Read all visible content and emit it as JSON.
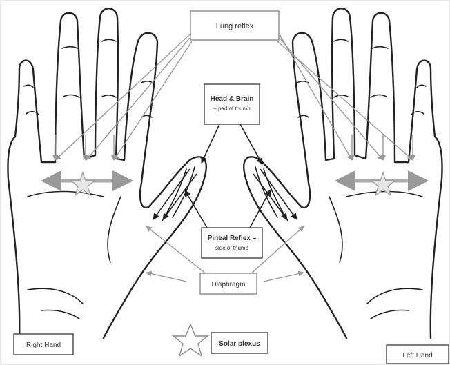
{
  "labels": {
    "lung_reflex": "Lung reflex",
    "head_brain_title": "Head & Brain",
    "head_brain_sub": "– pad of thumb",
    "pineal_title": "Pineal Reflex –",
    "pineal_sub": "side of thumb",
    "diaphragm": "Diaphragm",
    "solar_plexus": "Solar plexus",
    "right_hand": "Right Hand",
    "left_hand": "Left Hand"
  },
  "colors": {
    "outline": "#222222",
    "grey_arrow": "#999999",
    "star_fill": "#e6e6e6"
  }
}
